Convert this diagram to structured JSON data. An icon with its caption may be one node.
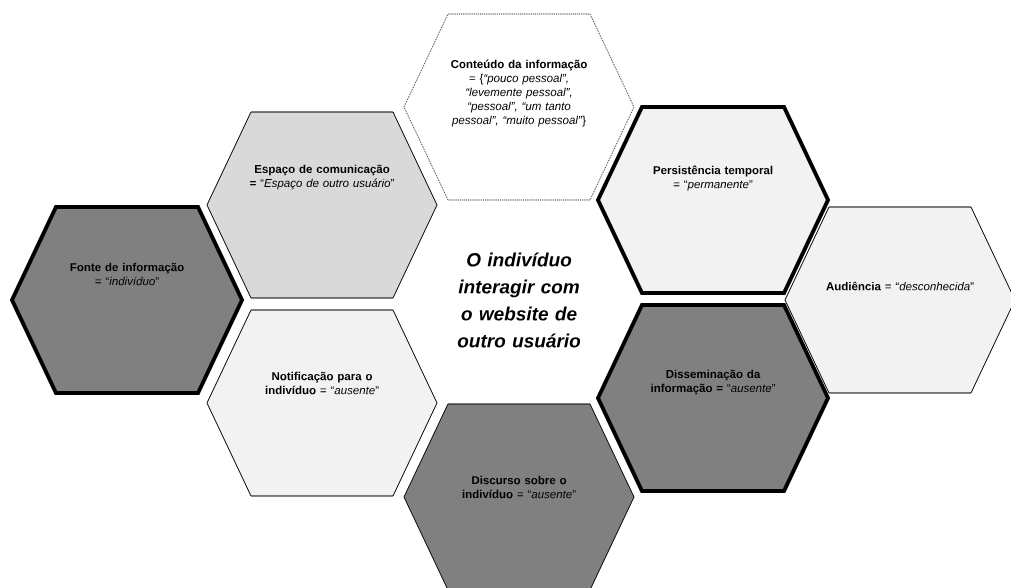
{
  "diagram": {
    "nodes": [
      {
        "text": [
          "**Conteúdo da informação** = {*“pouco pessoal”, “levemente pessoal”, “pessoal”, “um tanto pessoal”, “muito pessoal”*}"
        ]
      },
      {
        "text": [
          "**Espaço de comunicação =** “*Espaço de  outro usuário*”"
        ]
      },
      {
        "text": [
          "**Persistência temporal** = “*permanente*”"
        ]
      },
      {
        "text": [
          "**Fonte de informação** = “*indivíduo*”"
        ]
      },
      {
        "text": [
          "**Audiência** = “*desconhecida*”"
        ]
      },
      {
        "text": [
          "**Notificação para o indivíduo** = “*ausente*”"
        ]
      },
      {
        "text": [
          "**Disseminação da informação =** “*ausente*”"
        ]
      },
      {
        "text": [
          "**Discurso sobre o indivíduo** = “*ausente*”"
        ]
      }
    ],
    "labels": [
      "O indivíduo interagir com o website de outro usuário"
    ]
  }
}
